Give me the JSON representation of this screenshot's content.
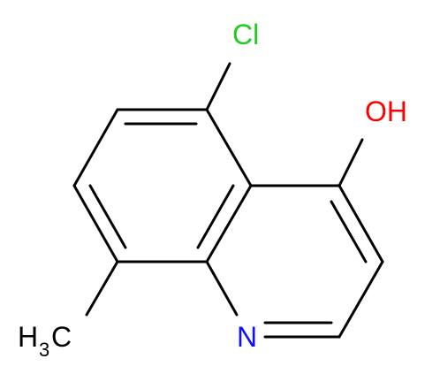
{
  "molecule": {
    "atoms": {
      "cl": "Cl",
      "oh": "OH",
      "n": "N",
      "methyl_h": "H",
      "methyl_sub": "3",
      "methyl_c": "C"
    },
    "colors": {
      "bond": "#000000",
      "chlorine": "#1fcc1f",
      "oxygen": "#ff0000",
      "nitrogen": "#1010ff",
      "carbon": "#000000"
    }
  }
}
